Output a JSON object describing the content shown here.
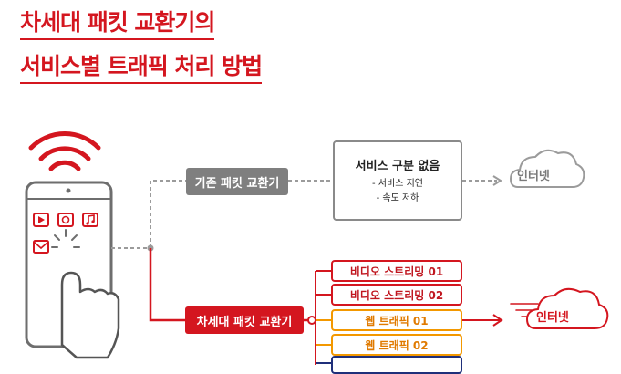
{
  "title": {
    "line1": "차세대 패킷 교환기의",
    "line2": "서비스별 트래픽 처리 방법"
  },
  "legacy": {
    "switch_label": "기존 패킷 교환기",
    "box_title": "서비스 구분 없음",
    "notes": [
      "- 서비스 지연",
      "- 속도 저하"
    ],
    "cloud_label": "인터넷"
  },
  "nextgen": {
    "switch_label": "차세대 패킷 교환기",
    "services": [
      {
        "label": "비디오 스트리밍 01",
        "color": "#d4161f"
      },
      {
        "label": "비디오 스트리밍 02",
        "color": "#d4161f"
      },
      {
        "label": "웹 트래픽 01",
        "color": "#f39800"
      },
      {
        "label": "웹 트래픽 02",
        "color": "#f39800"
      },
      {
        "label": "",
        "color": "#1f2f7a"
      }
    ],
    "cloud_label": "인터넷"
  },
  "colors": {
    "accent": "#d4161f",
    "gray": "#8a8a8a",
    "orange": "#f39800",
    "navy": "#1f2f7a"
  },
  "icons": [
    "wifi-icon",
    "smartphone-icon",
    "play-icon",
    "media-icon",
    "music-icon",
    "mail-icon",
    "pointing-hand-icon",
    "cloud-icon"
  ]
}
